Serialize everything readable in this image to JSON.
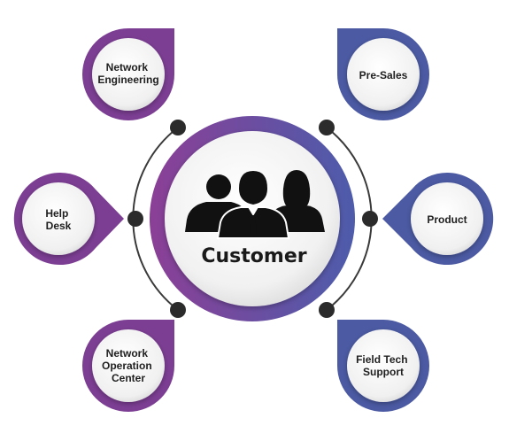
{
  "center": {
    "label": "Customer",
    "icon": "people-group-icon"
  },
  "colors": {
    "purple": "#7c3e93",
    "blue": "#4b5aa3",
    "dot": "#2b2b2b",
    "ring_line": "#3a3a3a",
    "gradient_start": "#8b3f96",
    "gradient_end": "#4d5cab"
  },
  "nodes": {
    "network_engineering": {
      "lines": [
        "Network",
        "Engineering"
      ]
    },
    "help_desk": {
      "lines": [
        "Help",
        "Desk"
      ]
    },
    "network_operation_center": {
      "lines": [
        "Network",
        "Operation",
        "Center"
      ]
    },
    "pre_sales": {
      "lines": [
        "Pre-Sales"
      ]
    },
    "product": {
      "lines": [
        "Product"
      ]
    },
    "field_tech_support": {
      "lines": [
        "Field Tech",
        "Support"
      ]
    }
  }
}
